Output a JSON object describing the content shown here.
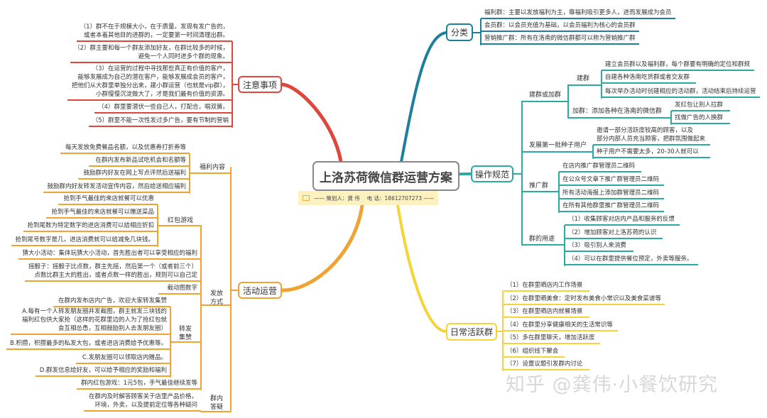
{
  "title": "上洛苏荷微信群运营方案",
  "subtitle": "—— 策划人：龚 伟　 电 话：18612707273 ——",
  "watermark": "知乎 @龚伟·小餐饮研究",
  "colors": {
    "notes": "#e0463c",
    "categories": "#1e7f9c",
    "operations": "#2bab9f",
    "activities": "#f0a232",
    "daily": "#f5d437"
  },
  "notes": {
    "label": "注意事项",
    "items": [
      "（1）群不在于规模大小，在于质量。发现有发广告的，\n或者本着其他目的进群的，一定要第一时间清理出群。",
      "（2）群主要和每一个群友添加好友，在群比较多的时候，\n避免一个人同时进多个群的现象。",
      "（3）在运营的过程中寻找那些真正有价值的客户，\n能够发展成为自己的潜在客户，能够发展成会员的客户，\n把他们从大群里单独分出来，建小群运营（也就是vip群），\n小群慢慢沉淀做大了，才是我们最有价值的资源。",
      "（4）群里要潜伏一些自己人，打配合，唱双簧。",
      "（5）群里不能一次性发过多广告，要有节制的营销"
    ]
  },
  "activities": {
    "label": "活动运营",
    "welfare": {
      "label": "福利内容",
      "items": [
        "每天发放免费餐品名额，以及优惠券打折券等",
        "在群内发布新品试吃机会和名额等",
        "鼓励群内好友在网上写点评然后送福利",
        "鼓励群内好友转发活动宣传内容，然后给送相应福利"
      ]
    },
    "redpacket": {
      "label": "红包游戏",
      "items": [
        "抢到手气最佳的来店就餐可以优惠",
        "抢到手气最佳的来店就餐可以赠送菜品",
        "抢到尾数为特定数字的进店消费可以给相应折扣",
        "抢到尾号数字是几，进店消费就可以给减免几块钱。"
      ]
    },
    "distribution": {
      "label": "发放\n方式",
      "items": [
        "猜大小活动：集体玩猜大小活动，首先胜出者可以享受相应的福利",
        "摇骰子：摇骰子比点数，群主先摇，然后第一个（或者前三个）\n点数比群主大的胜出，或者点数一样的胜出，规则可以自己定",
        "截动图数字"
      ],
      "forward": {
        "label": "转发\n集赞",
        "items": [
          "在群内发布店内广告，欢迎大家转发集赞",
          "A.每有一个人转发朋友圈并发截图，群主就发三块钱的\n福利红包供大家抢（这样的花群里边的人为了抢红包就\n会互相怂恿，互相鼓励别人去发朋友圈）",
          "B.积攒，积攒最多的私发大包，或者进店消费给予优惠等。",
          "C.发朋友圈可以领取店内赠品。",
          "D.群发信息给好友，可以给予相应的奖励和福利"
        ]
      },
      "group_game": "群内红包游戏：1元5包，手气最佳继续发等"
    },
    "qa": {
      "label": "群内\n答疑",
      "item": "在群内及时解答顾客关于店里产品价格，\n环境，外卖，以及提前定位等各种疑问"
    }
  },
  "categories": {
    "label": "分类",
    "items": [
      "福利群：主要以发放福利为主，靠福利吸引更多人，进而发展成为会员",
      "会员群：以会员充值为基础，以会员福利为核心的会员群",
      "营销推广群：所有在洛南的微信群都可以称为营销推广群"
    ]
  },
  "operations": {
    "label": "操作规范",
    "build": {
      "label": "建群或加群",
      "jian": {
        "label": "建群",
        "items": [
          "建立会员群以及福利群，每个群要有明确的定位和群规",
          "自建各种洛南吃货群或者交友群",
          "每次举办活动时创建相应的活动群，活动结束后持续运营"
        ]
      },
      "jia": {
        "label": "加群：添加各种在洛南的微信群",
        "items": [
          "发红包让别人拉群",
          "找做广告的人换群"
        ]
      }
    },
    "seed": {
      "label": "发展第一批种子用户",
      "items": [
        "邀请一部分活跃度较高的顾客，以及\n部分内部人员充当顾客，把群氛围做起来",
        "种子用户不需要太多，20-30人就可以"
      ]
    },
    "promote": {
      "label": "推广群",
      "items": [
        "在店内推广群管理员二维码",
        "在公众号文章下推广群管理员二维码",
        "所有活动海报上添加群管理员二维码",
        "在所有其他群里推广群管理员二维码"
      ]
    },
    "usage": {
      "label": "群的用途",
      "items": [
        "（1）收集顾客对店内产品和服务的反馈",
        "（2）增加顾客对上洛苏荷的认识",
        "（3）吸引别人来消费",
        "（4）可以在群里提供餐位预定，外卖等服务。"
      ]
    }
  },
  "daily": {
    "label": "日常活跃群",
    "items": [
      "（1）在群里晒店内工作场景",
      "（2）在群里晒美食：定时发布美食小常识以及美食菜谱等",
      "（3）在群里晒店内就餐场景",
      "（4）在群里分享健康相关的生活常识等",
      "（5）多在群里聊天，增加活跃度",
      "（6）组织线下聚会",
      "（7）设置议题引发群内讨论"
    ]
  }
}
